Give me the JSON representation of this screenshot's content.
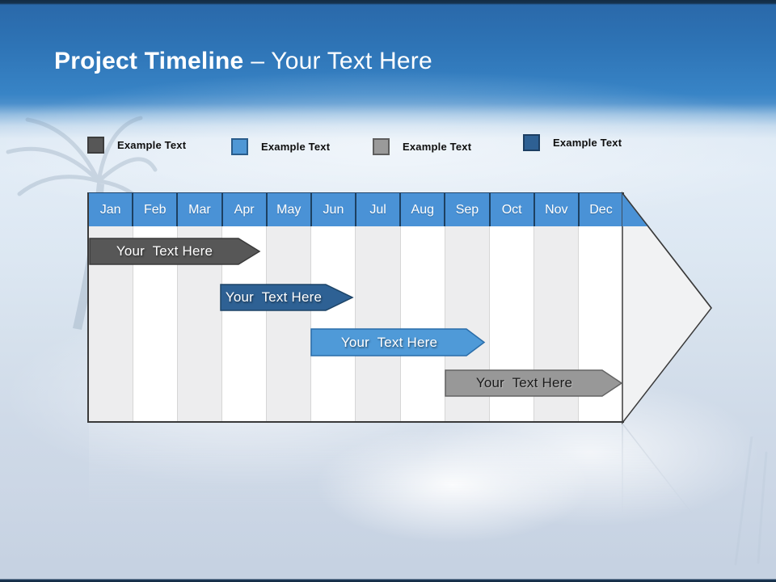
{
  "header": {
    "title_primary": "Project Timeline",
    "title_secondary": "– Your Text Here"
  },
  "legend": {
    "items": [
      {
        "label": "Example Text",
        "color": "#575757",
        "border": "#3d3d3d"
      },
      {
        "label": "Example Text",
        "color": "#4f97d5",
        "border": "#2a5d8c"
      },
      {
        "label": "Example Text",
        "color": "#9a9a9a",
        "border": "#5e5e5e"
      },
      {
        "label": "Example Text",
        "color": "#2e6093",
        "border": "#1c3e62"
      }
    ]
  },
  "timeline": {
    "months": [
      "Jan",
      "Feb",
      "Mar",
      "Apr",
      "May",
      "Jun",
      "Jul",
      "Aug",
      "Sep",
      "Oct",
      "Nov",
      "Dec"
    ],
    "header_color": "#4a92d6",
    "bars": [
      {
        "label": "Your  Text Here",
        "fill": "#575757",
        "stroke": "#3a3a3a",
        "text_color": "#ffffff",
        "start": "Jan",
        "end": "Apr"
      },
      {
        "label": "Your  Text Here",
        "fill": "#2e6194",
        "stroke": "#1d4467",
        "text_color": "#ffffff",
        "start": "Apr",
        "end": "Jun"
      },
      {
        "label": "Your  Text Here",
        "fill": "#4f9ad8",
        "stroke": "#2a6da9",
        "text_color": "#ffffff",
        "start": "Jun",
        "end": "Sep"
      },
      {
        "label": "Your  Text Here",
        "fill": "#989898",
        "stroke": "#646464",
        "text_color": "#1a1a1a",
        "start": "Sep",
        "end": "Dec"
      }
    ]
  }
}
